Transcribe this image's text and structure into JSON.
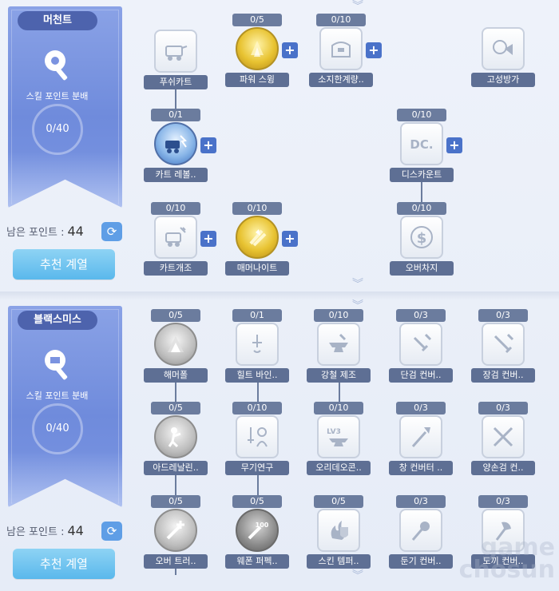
{
  "section1": {
    "class_name": "머천트",
    "distribution_label": "스킬 포인트 분배",
    "points": "0/40",
    "remaining_label": "남은 포인트 :",
    "remaining_value": "44",
    "recommend_label": "추천 계열",
    "skills": [
      {
        "level": "",
        "name": "푸쉬카트",
        "icon": "cart-icon",
        "style": "plain"
      },
      {
        "level": "0/5",
        "name": "파워 스윙",
        "icon": "power-swing-icon",
        "style": "gold"
      },
      {
        "level": "0/10",
        "name": "소지한계량..",
        "icon": "bag-icon",
        "style": "plain"
      },
      {
        "level": "",
        "name": "고성방가",
        "icon": "shout-icon",
        "style": "plain"
      },
      {
        "level": "0/1",
        "name": "카트 레볼..",
        "icon": "cart-revolution-icon",
        "style": "blue"
      },
      {
        "level": "0/10",
        "name": "디스카운트",
        "icon": "discount-icon",
        "style": "plain"
      },
      {
        "level": "0/10",
        "name": "카트개조",
        "icon": "cart-modify-icon",
        "style": "plain"
      },
      {
        "level": "0/10",
        "name": "매머나이트",
        "icon": "mammonite-icon",
        "style": "gold"
      },
      {
        "level": "0/10",
        "name": "오버차지",
        "icon": "dollar-icon",
        "style": "plain"
      }
    ]
  },
  "section2": {
    "class_name": "블랙스미스",
    "distribution_label": "스킬 포인트 분배",
    "points": "0/40",
    "remaining_label": "남은 포인트 :",
    "remaining_value": "44",
    "recommend_label": "추천 계열",
    "skills": [
      {
        "level": "0/5",
        "name": "해머폴",
        "icon": "hammer-fall-icon",
        "style": "gray"
      },
      {
        "level": "0/1",
        "name": "힐트 바인..",
        "icon": "hilt-bind-icon",
        "style": "plain"
      },
      {
        "level": "0/10",
        "name": "강철 제조",
        "icon": "anvil-icon",
        "style": "plain"
      },
      {
        "level": "0/3",
        "name": "단검 컨버..",
        "icon": "dagger-icon",
        "style": "plain"
      },
      {
        "level": "0/3",
        "name": "장검 컨버..",
        "icon": "sword-icon",
        "style": "plain"
      },
      {
        "level": "0/5",
        "name": "아드레날린..",
        "icon": "adrenaline-icon",
        "style": "gray"
      },
      {
        "level": "0/10",
        "name": "무기연구",
        "icon": "weapon-research-icon",
        "style": "plain"
      },
      {
        "level": "0/10",
        "name": "오리데오콘..",
        "icon": "oridecon-icon",
        "style": "plain"
      },
      {
        "level": "0/3",
        "name": "창 컨버터 ..",
        "icon": "spear-icon",
        "style": "plain"
      },
      {
        "level": "0/3",
        "name": "양손검 컨..",
        "icon": "two-hand-sword-icon",
        "style": "plain"
      },
      {
        "level": "0/5",
        "name": "오버 트러..",
        "icon": "over-thrust-icon",
        "style": "gray"
      },
      {
        "level": "0/5",
        "name": "웨폰 퍼펙..",
        "icon": "weapon-perfection-icon",
        "style": "dark"
      },
      {
        "level": "0/5",
        "name": "스킨 템퍼..",
        "icon": "skin-temper-icon",
        "style": "plain"
      },
      {
        "level": "0/3",
        "name": "둔기 컨버..",
        "icon": "mace-icon",
        "style": "plain"
      },
      {
        "level": "0/3",
        "name": "도끼 컨버..",
        "icon": "axe-icon",
        "style": "plain"
      }
    ]
  },
  "icons": {
    "plus": "+",
    "refresh": "⟳",
    "chevron": "︾"
  },
  "watermark": "game chosun",
  "colors": {
    "banner": "#7b93e0",
    "tag": "#4d63ad",
    "plus_button": "#4a72c9",
    "recommend_button": "#5ab8ec"
  }
}
